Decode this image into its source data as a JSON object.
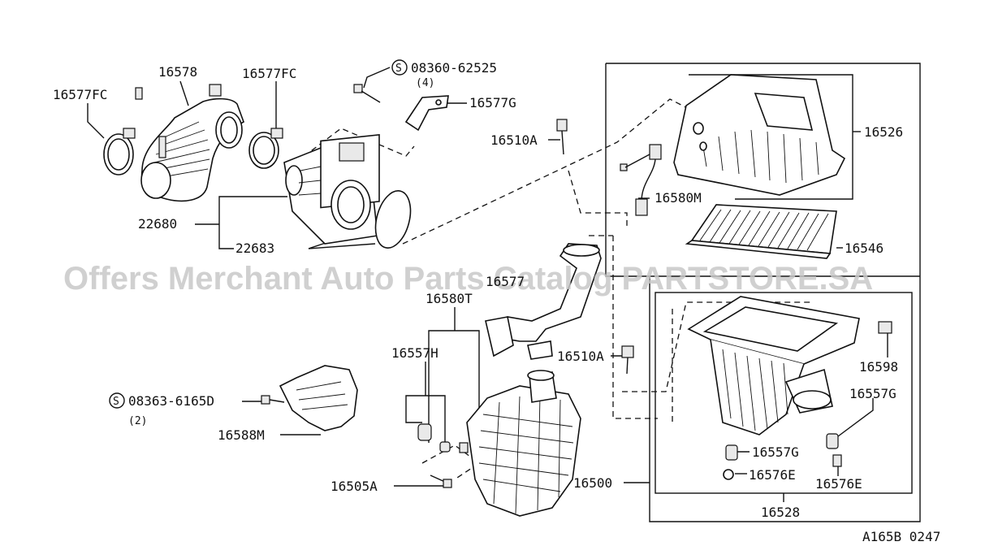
{
  "labels": {
    "p16578": "16578",
    "p16577FC_left": "16577FC",
    "p16577FC_right": "16577FC",
    "s08360": "08360-62525",
    "s08360_qty": "(4)",
    "p16577G": "16577G",
    "p16510A_top": "16510A",
    "p16526": "16526",
    "p16580M": "16580M",
    "p16546": "16546",
    "p22680": "22680",
    "p22683": "22683",
    "p16577": "16577",
    "p16580T": "16580T",
    "p16557H": "16557H",
    "p16510A_mid": "16510A",
    "p16598": "16598",
    "p16557G_right": "16557G",
    "s08363": "08363-6165D",
    "s08363_qty": "(2)",
    "p16588M": "16588M",
    "p16557G_low": "16557G",
    "p16576E_left": "16576E",
    "p16576E_right": "16576E",
    "p16505A": "16505A",
    "p16500": "16500",
    "p16528": "16528",
    "footer_code": "A165B 0247",
    "s_symbol": "S"
  },
  "watermark": "Offers Merchant Auto Parts Catalog PARTSTORE.SA"
}
